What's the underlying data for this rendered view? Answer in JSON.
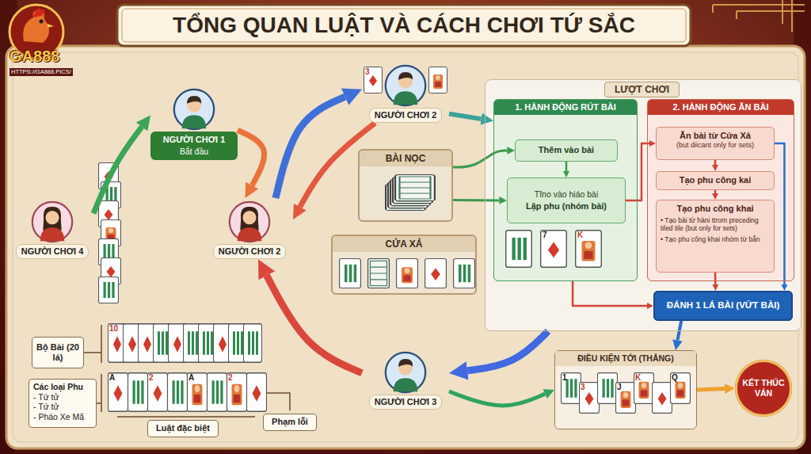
{
  "diagram": {
    "title": "TỔNG QUAN LUẬT VÀ CÁCH CHƠI TỨ SẮC",
    "nodes": [
      {
        "text": [
          "NGƯỜI CHƠI 1",
          "Bắt đầu"
        ]
      },
      {
        "text": [
          "NGƯỜI CHƠI 2"
        ]
      },
      {
        "text": [
          "NGƯỜI CHƠI 2"
        ]
      },
      {
        "text": [
          "NGƯỜI CHƠI 4"
        ]
      },
      {
        "text": [
          "NGƯỜI CHƠI 3"
        ]
      },
      {
        "text": [
          "BÀI NỌC"
        ]
      },
      {
        "text": [
          "CỬA XẢ"
        ]
      },
      {
        "text": [
          "LƯỢT CHƠI"
        ]
      },
      {
        "text": [
          "1. HÀNH ĐỘNG RÚT BÀI"
        ],
        "in": 7
      },
      {
        "text": [
          "Thêm vào bài"
        ],
        "in": 8
      },
      {
        "text": [
          "Tĩno vào hiáo bài",
          "Lập phu (nhóm bài)"
        ],
        "in": 8
      },
      {
        "text": [
          "2. HÀNH ĐỘNG ĂN BÀI"
        ],
        "in": 7
      },
      {
        "text": [
          "Ăn bài từ Cửa Xả",
          "(but diicant only for sets)"
        ],
        "in": 11
      },
      {
        "text": [
          "Tạo phu công kai"
        ],
        "in": 11
      },
      {
        "text": [
          "Tạo phu công khai",
          "• Tạo bài từ hàni ttrom preceding tiled tile (but only for sets)",
          "• Tạo phu công khai nhóm từ bẫn"
        ],
        "in": 11
      },
      {
        "text": [
          "ĐÁNH 1 LÁ BÀI (VỨT BÀI)"
        ],
        "in": 7
      },
      {
        "text": [
          "ĐIỀU KIỆN TỚI (THẮNG)"
        ]
      },
      {
        "text": [
          "KẾT THÚC VÁN"
        ]
      },
      {
        "text": [
          "Bộ Bài (20 lá)"
        ]
      },
      {
        "text": [
          "Các loại Phu",
          "- Tứ tử",
          "- Tứ tử",
          "- Pháo Xe Mã"
        ]
      },
      {
        "text": [
          "Luật đặc biệt"
        ]
      },
      {
        "text": [
          "Phạm lỗi"
        ]
      }
    ],
    "edges": [
      {
        "from": 3,
        "to": 0,
        "arrow": "to"
      },
      {
        "from": 0,
        "to": 2,
        "arrow": "to"
      },
      {
        "from": 2,
        "to": 1,
        "arrow": "to"
      },
      {
        "from": 1,
        "to": 2,
        "arrow": "to"
      },
      {
        "from": 1,
        "to": 8,
        "arrow": "to"
      },
      {
        "from": 5,
        "to": 9,
        "arrow": "to"
      },
      {
        "from": 5,
        "to": 10,
        "arrow": "to"
      },
      {
        "from": 9,
        "to": 10,
        "arrow": "to"
      },
      {
        "from": 10,
        "to": 12,
        "arrow": "to"
      },
      {
        "from": 12,
        "to": 13,
        "arrow": "to"
      },
      {
        "from": 13,
        "to": 14,
        "arrow": "to"
      },
      {
        "from": 14,
        "to": 15,
        "arrow": "to"
      },
      {
        "from": 12,
        "to": 15,
        "arrow": "to"
      },
      {
        "from": 8,
        "to": 15,
        "arrow": "to"
      },
      {
        "from": 15,
        "to": 16,
        "arrow": "to"
      },
      {
        "from": 7,
        "to": 4,
        "arrow": "to"
      },
      {
        "from": 4,
        "to": 2,
        "arrow": "to"
      },
      {
        "from": 4,
        "to": 16,
        "arrow": "to"
      },
      {
        "from": 16,
        "to": 17,
        "arrow": "to"
      }
    ],
    "labels": [
      "GA888",
      "HTTPS://GA888.PICS/",
      "3",
      "7",
      "K",
      "10",
      "A",
      "2",
      "A",
      "2",
      "1",
      "3",
      "J",
      "K",
      "Q"
    ]
  }
}
